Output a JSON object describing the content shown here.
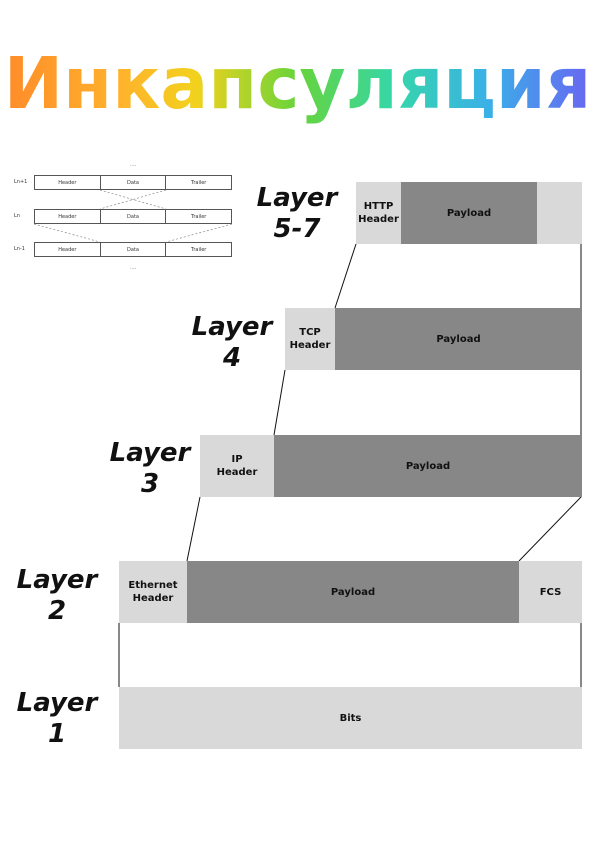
{
  "title": "Инкапсуляция",
  "thumbnail": {
    "rows": [
      {
        "label": "Ln+1",
        "cells": [
          "Header",
          "Data",
          "Trailer"
        ]
      },
      {
        "label": "Ln",
        "cells": [
          "Header",
          "Data",
          "Trailer"
        ]
      },
      {
        "label": "Ln-1",
        "cells": [
          "Header",
          "Data",
          "Trailer"
        ]
      }
    ],
    "dots_top": "....",
    "dots_bottom": "...."
  },
  "layers": [
    {
      "label": "Layer\n5-7",
      "segments": [
        {
          "text": "HTTP\nHeader"
        },
        {
          "text": "Payload"
        },
        {
          "text": ""
        }
      ]
    },
    {
      "label": "Layer\n4",
      "segments": [
        {
          "text": "TCP\nHeader"
        },
        {
          "text": "Payload"
        }
      ]
    },
    {
      "label": "Layer\n3",
      "segments": [
        {
          "text": "IP\nHeader"
        },
        {
          "text": "Payload"
        }
      ]
    },
    {
      "label": "Layer\n2",
      "segments": [
        {
          "text": "Ethernet\nHeader"
        },
        {
          "text": "Payload"
        },
        {
          "text": "FCS"
        }
      ]
    },
    {
      "label": "Layer\n1",
      "segments": [
        {
          "text": "Bits"
        }
      ]
    }
  ]
}
